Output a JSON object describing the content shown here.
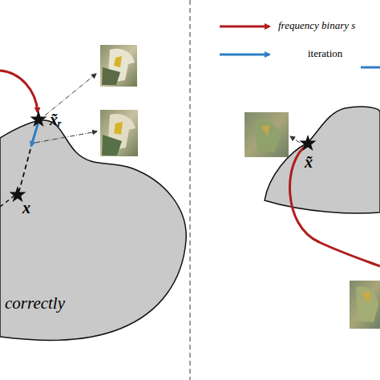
{
  "diagram": {
    "nodes": [
      {
        "text": [
          "x",
          "correctly"
        ]
      },
      {
        "text": [
          "x̃"
        ]
      }
    ],
    "labels": [
      "x̃ᵣ"
    ],
    "legend": [
      {
        "text": "frequency binary s"
      },
      {
        "text": "iteration"
      }
    ]
  }
}
